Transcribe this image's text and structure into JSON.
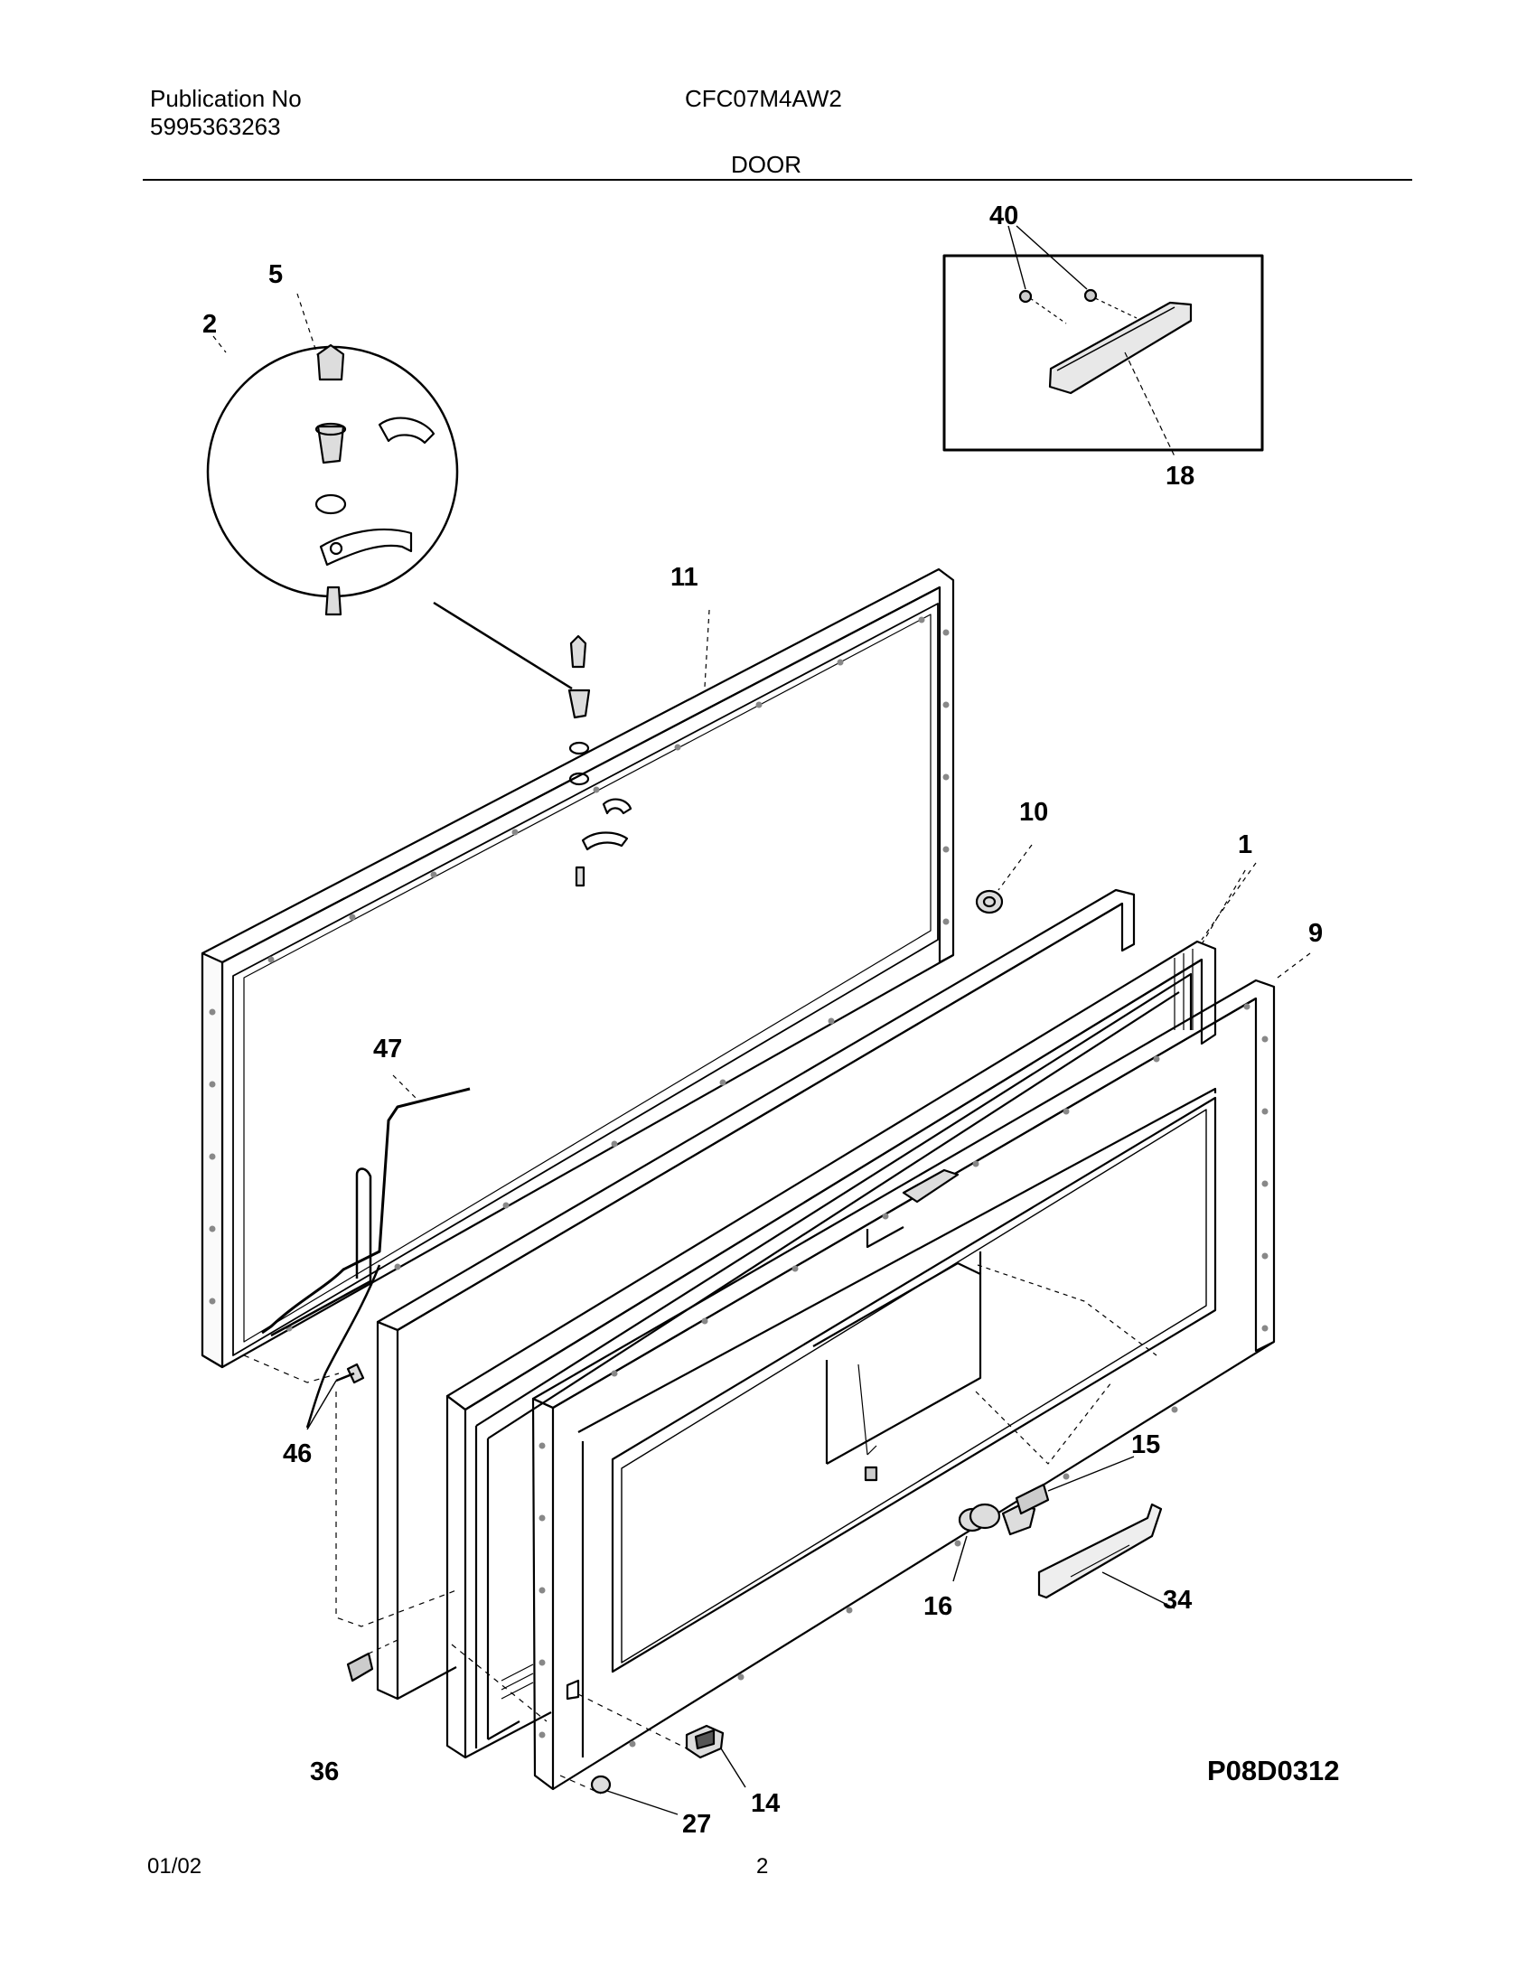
{
  "header": {
    "publication_label": "Publication No",
    "publication_number": "5995363263",
    "model": "CFC07M4AW2",
    "section": "DOOR"
  },
  "callouts": [
    "1",
    "2",
    "5",
    "9",
    "10",
    "11",
    "14",
    "15",
    "16",
    "18",
    "27",
    "34",
    "36",
    "40",
    "46",
    "47"
  ],
  "diagram_code": "P08D0312",
  "footer": {
    "date": "01/02",
    "page": "2"
  }
}
